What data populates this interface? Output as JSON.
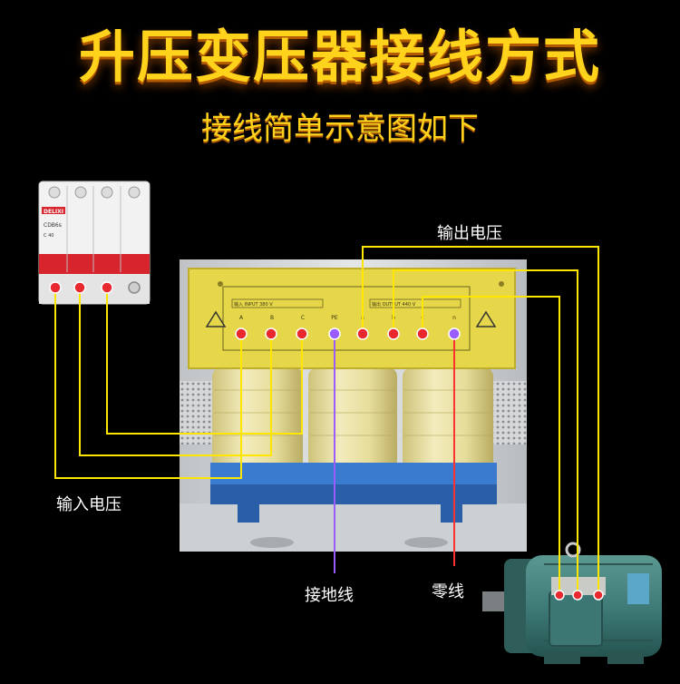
{
  "header": {
    "title": "升压变压器接线方式",
    "subtitle": "接线简单示意图如下"
  },
  "labels": {
    "output_voltage": "输出电压",
    "input_voltage": "输入电压",
    "ground_wire": "接地线",
    "neutral_wire": "零线"
  },
  "breaker": {
    "brand": "DELIXI",
    "model": "CDB6s",
    "rating": "C 40"
  },
  "panel": {
    "input_header": "输入 INPUT 380 V",
    "output_header": "输出 OUTPUT 440 V",
    "terminals": [
      "A",
      "B",
      "C",
      "PE",
      "a",
      "b",
      "c",
      "n"
    ]
  },
  "colors": {
    "wire": "#ffe600",
    "title": "#ffd21c",
    "ground_wire": "#9b5cff",
    "neutral_wire": "#ff3030",
    "panel": "#e8d84a",
    "coil": "#e9e2a6",
    "base": "#2f6fc1",
    "motor": "#3f7c78"
  }
}
